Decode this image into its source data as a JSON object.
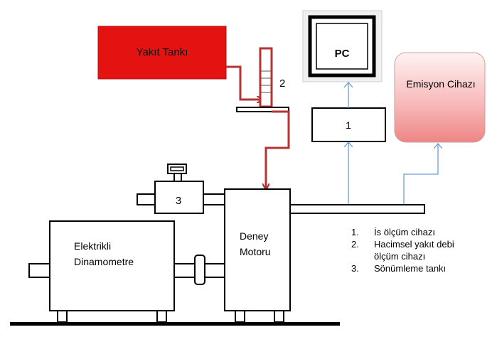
{
  "labels": {
    "fuel_tank": "Yakıt Tankı",
    "pc": "PC",
    "emission_device": "Emisyon Cihazı",
    "smoke_meter_number": "1",
    "flowmeter_number": "2",
    "damping_tank_number": "3",
    "dynamometer_line1": "Elektrikli",
    "dynamometer_line2": "Dinamometre",
    "engine_line1": "Deney",
    "engine_line2": "Motoru"
  },
  "legend": [
    {
      "number": "1.",
      "lines": [
        "İs ölçüm cihazı"
      ]
    },
    {
      "number": "2.",
      "lines": [
        "Hacimsel yakıt debi",
        "ölçüm cihazı"
      ]
    },
    {
      "number": "3.",
      "lines": [
        "Sönümleme tankı"
      ]
    }
  ],
  "colors": {
    "fuel_tank_fill": "#e01010",
    "fuel_line": "#b83232",
    "signal_line": "#6a9fd4",
    "emission_gradient_top": "#fff0f0",
    "emission_gradient_bottom": "#f08a8a"
  }
}
